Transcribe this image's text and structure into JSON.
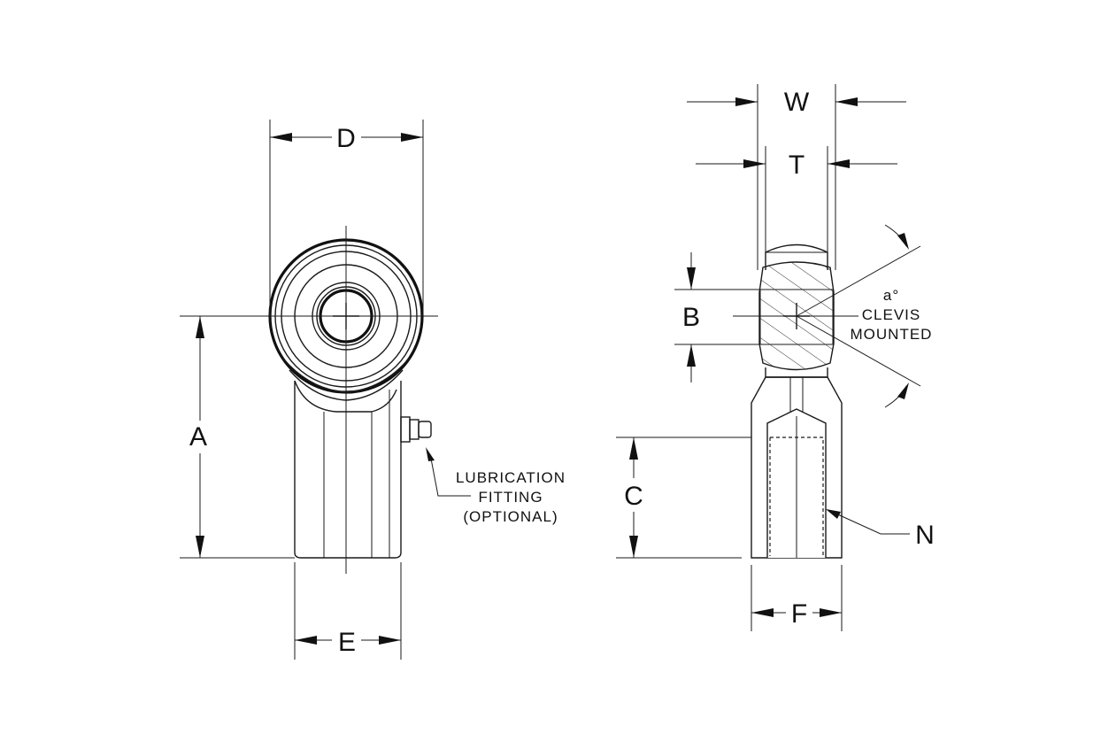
{
  "front_view": {
    "dim_d": "D",
    "dim_a": "A",
    "dim_e": "E",
    "lubrication_note": [
      "LUBRICATION",
      "FITTING",
      "(OPTIONAL)"
    ]
  },
  "side_view": {
    "dim_w": "W",
    "dim_t": "T",
    "dim_b": "B",
    "dim_c": "C",
    "dim_f": "F",
    "dim_n": "N",
    "angle_note": [
      "a°",
      "CLEVIS",
      "MOUNTED"
    ]
  }
}
